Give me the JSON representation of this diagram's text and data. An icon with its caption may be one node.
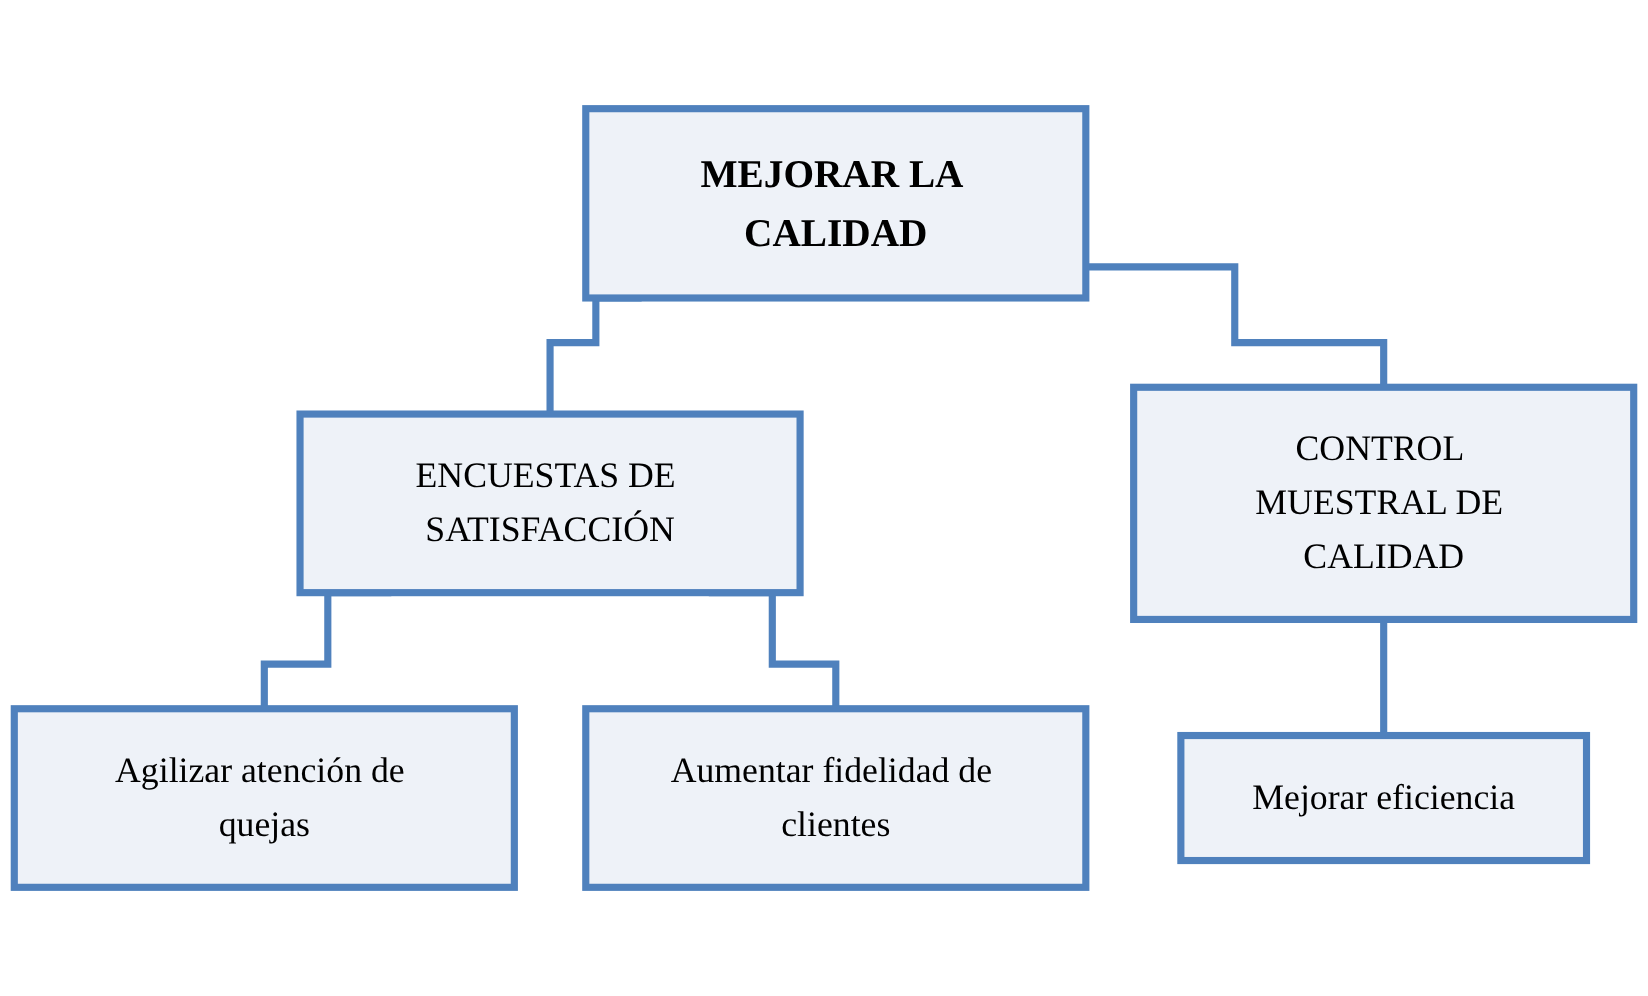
{
  "diagram": {
    "nodes": [
      {
        "text": [
          "MEJORAR LA CALIDAD"
        ]
      },
      {
        "text": [
          "ENCUESTAS DE SATISFACCIÓN"
        ]
      },
      {
        "text": [
          "CONTROL MUESTRAL DE CALIDAD"
        ]
      },
      {
        "text": [
          "Agilizar atención de quejas"
        ]
      },
      {
        "text": [
          "Aumentar fidelidad de clientes"
        ]
      },
      {
        "text": [
          "Mejorar eficiencia"
        ]
      }
    ],
    "edges": [
      {
        "from": 0,
        "to": 1,
        "arrow": "none"
      },
      {
        "from": 0,
        "to": 2,
        "arrow": "none"
      },
      {
        "from": 1,
        "to": 3,
        "arrow": "none"
      },
      {
        "from": 1,
        "to": 4,
        "arrow": "none"
      },
      {
        "from": 2,
        "to": 5,
        "arrow": "none"
      }
    ]
  }
}
